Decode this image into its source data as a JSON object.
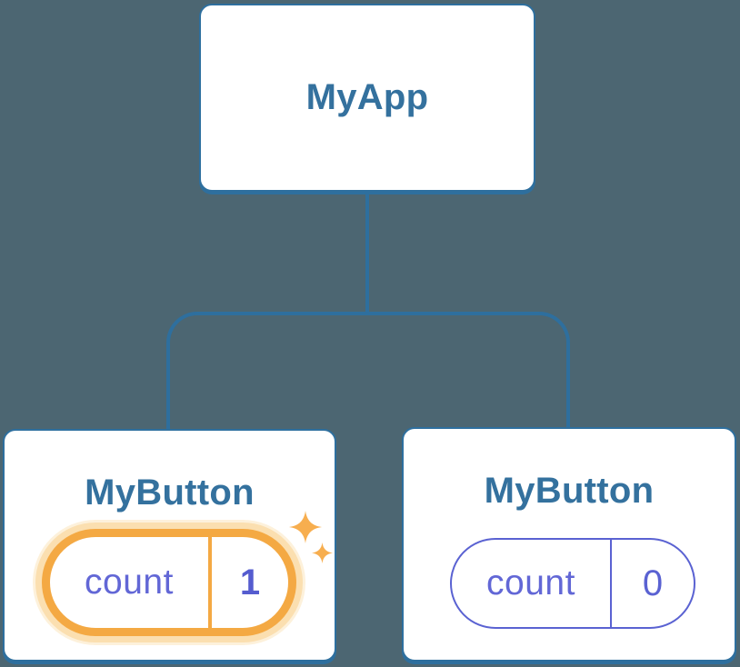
{
  "colors": {
    "bg": "#4C6672",
    "line": "#2E6F9E",
    "node_text": "#34719E",
    "orange": "#F4A943",
    "orange_glow": "#FBDFB0",
    "indigo": "#5A62D2",
    "indigo_light": "#6267D6",
    "indigo_dark": "#555CCF",
    "sparkle": "#F7AE4F"
  },
  "tree": {
    "root": {
      "title": "MyApp"
    },
    "children": [
      {
        "title": "MyButton",
        "state": {
          "label": "count",
          "value": "1"
        },
        "highlighted": true,
        "icon": "sparkle-icon"
      },
      {
        "title": "MyButton",
        "state": {
          "label": "count",
          "value": "0"
        },
        "highlighted": false
      }
    ]
  }
}
